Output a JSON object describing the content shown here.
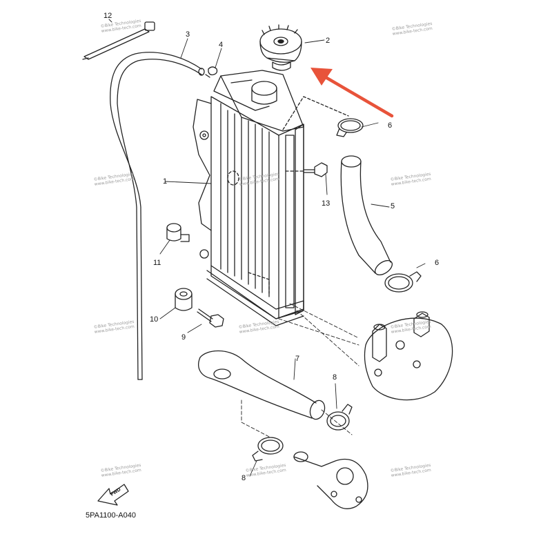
{
  "diagram": {
    "diagram_code": "5PA1100-A040",
    "fwd_label": "FWD",
    "watermark_lines": [
      "©Bike Technologies",
      "www.bike-tech.com"
    ],
    "accent_arrow_color": "#E8533A",
    "callouts": [
      "1",
      "2",
      "3",
      "4",
      "5",
      "6",
      "6",
      "7",
      "8",
      "8",
      "9",
      "10",
      "11",
      "12",
      "13"
    ]
  }
}
